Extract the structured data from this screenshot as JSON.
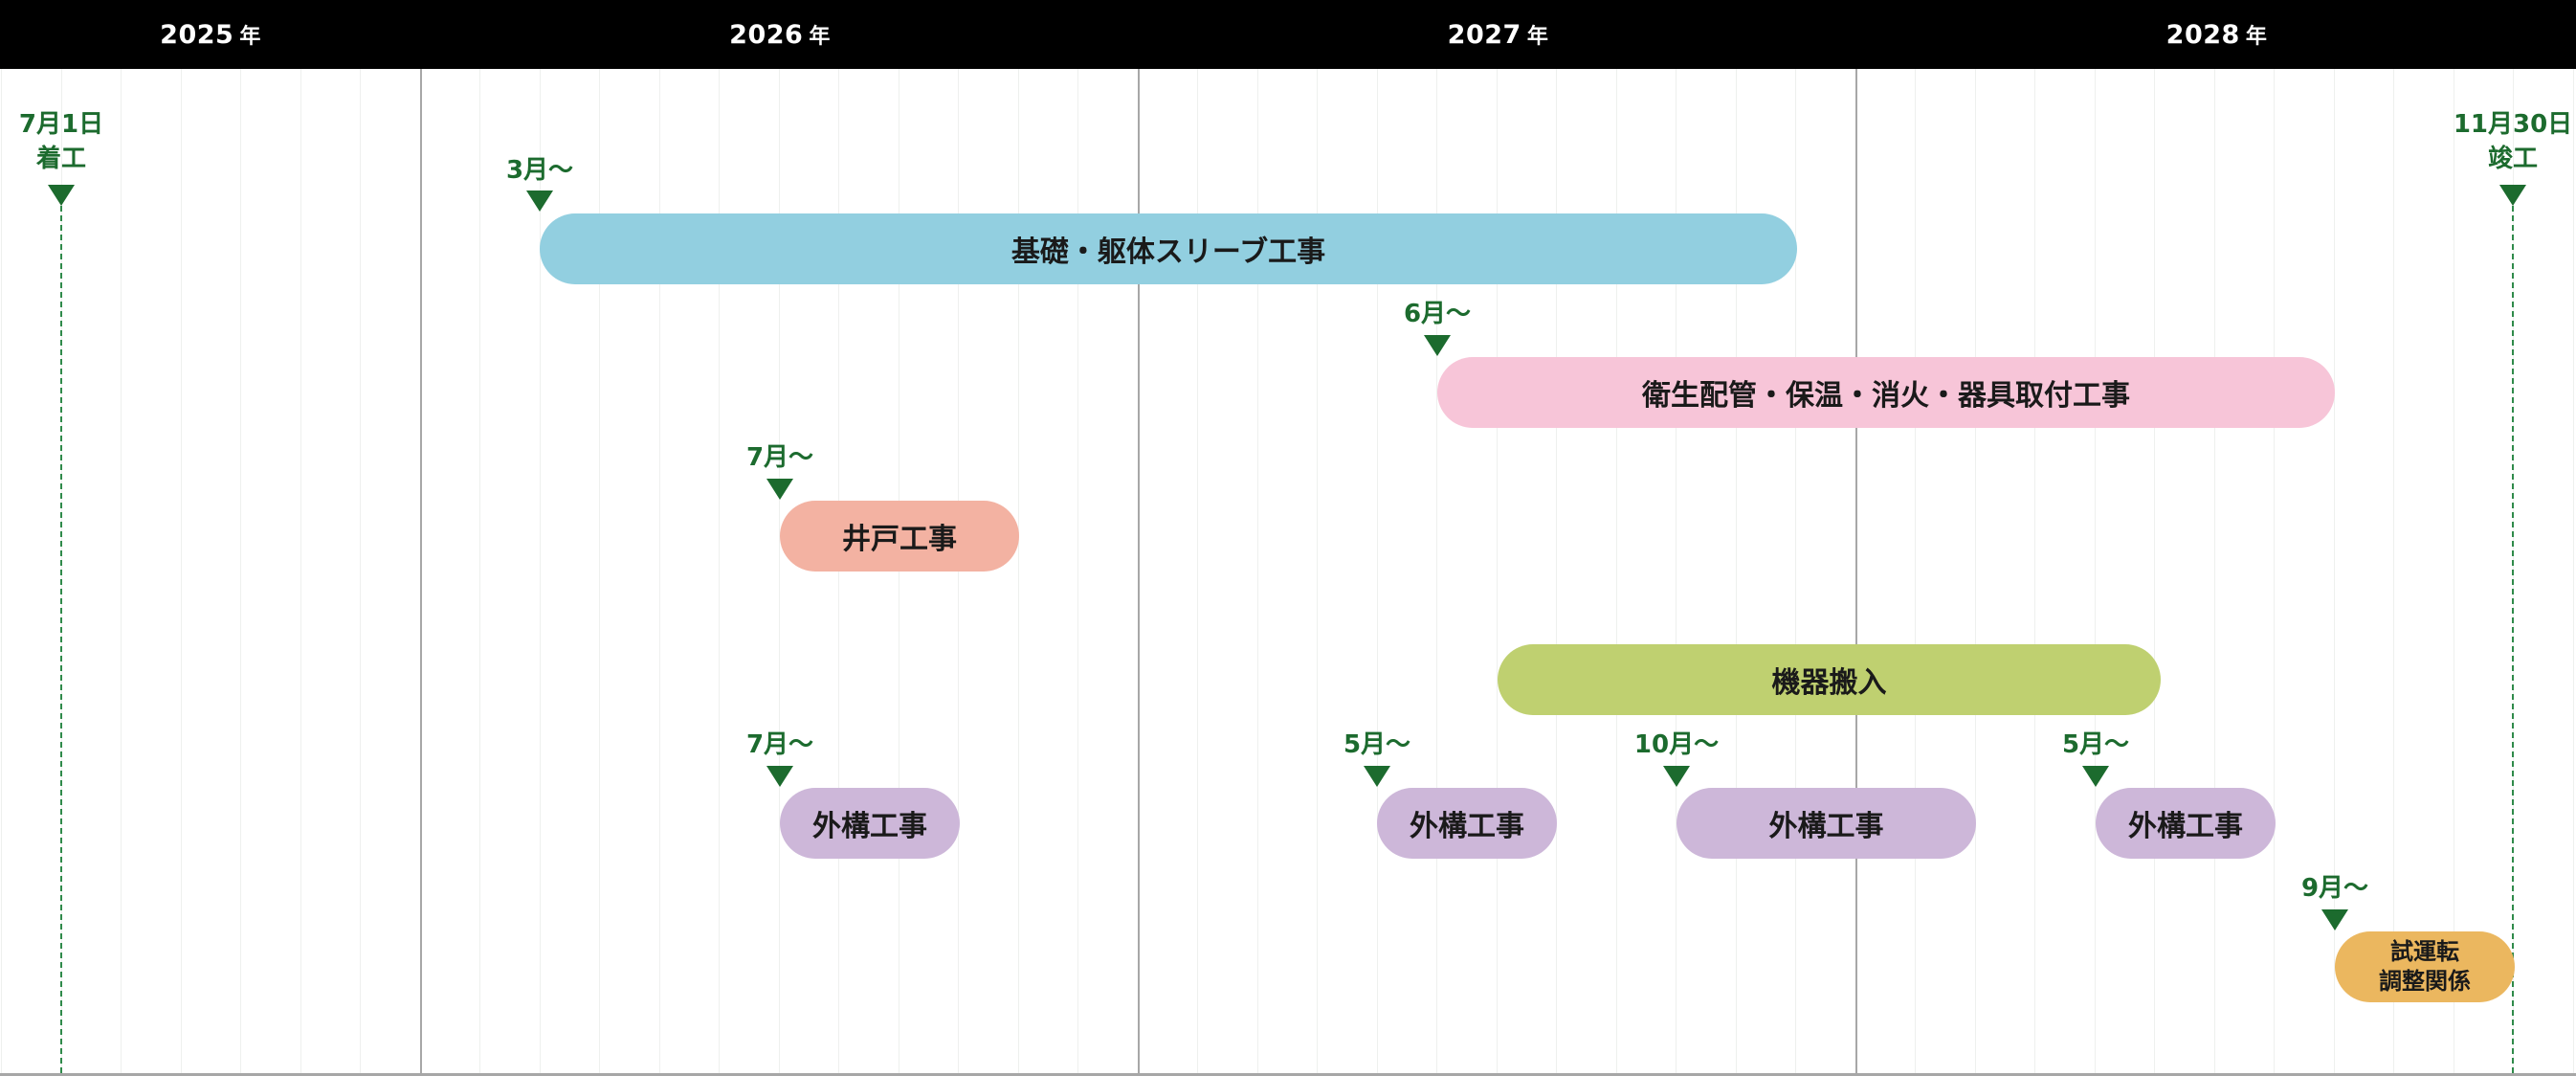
{
  "years": [
    {
      "label": "2025",
      "suffix": "年"
    },
    {
      "label": "2026",
      "suffix": "年"
    },
    {
      "label": "2027",
      "suffix": "年"
    },
    {
      "label": "2028",
      "suffix": "年"
    }
  ],
  "milestones": {
    "start": {
      "line1": "7月1日",
      "line2": "着工"
    },
    "end": {
      "line1": "11月30日",
      "line2": "竣工"
    }
  },
  "tasks": [
    {
      "id": "foundation",
      "label": "基礎・躯体スリーブ工事",
      "start_label": "3月〜",
      "color": "#92cfe0"
    },
    {
      "id": "sanitary",
      "label": "衛生配管・保温・消火・器具取付工事",
      "start_label": "6月〜",
      "color": "#f7c5d8"
    },
    {
      "id": "well",
      "label": "井戸工事",
      "start_label": "7月〜",
      "color": "#f3b2a2"
    },
    {
      "id": "equipment",
      "label": "機器搬入",
      "start_label": "",
      "color": "#bfd070"
    },
    {
      "id": "exterior1",
      "label": "外構工事",
      "start_label": "7月〜",
      "color": "#cdb7d9"
    },
    {
      "id": "exterior2",
      "label": "外構工事",
      "start_label": "5月〜",
      "color": "#cdb7d9"
    },
    {
      "id": "exterior3",
      "label": "外構工事",
      "start_label": "10月〜",
      "color": "#cdb7d9"
    },
    {
      "id": "exterior4",
      "label": "外構工事",
      "start_label": "5月〜",
      "color": "#cdb7d9"
    },
    {
      "id": "trial",
      "label": "試運転\n調整関係",
      "start_label": "9月〜",
      "color": "#ebb75f"
    }
  ],
  "colors": {
    "header": "#000000",
    "marker": "#1c6b2e"
  }
}
